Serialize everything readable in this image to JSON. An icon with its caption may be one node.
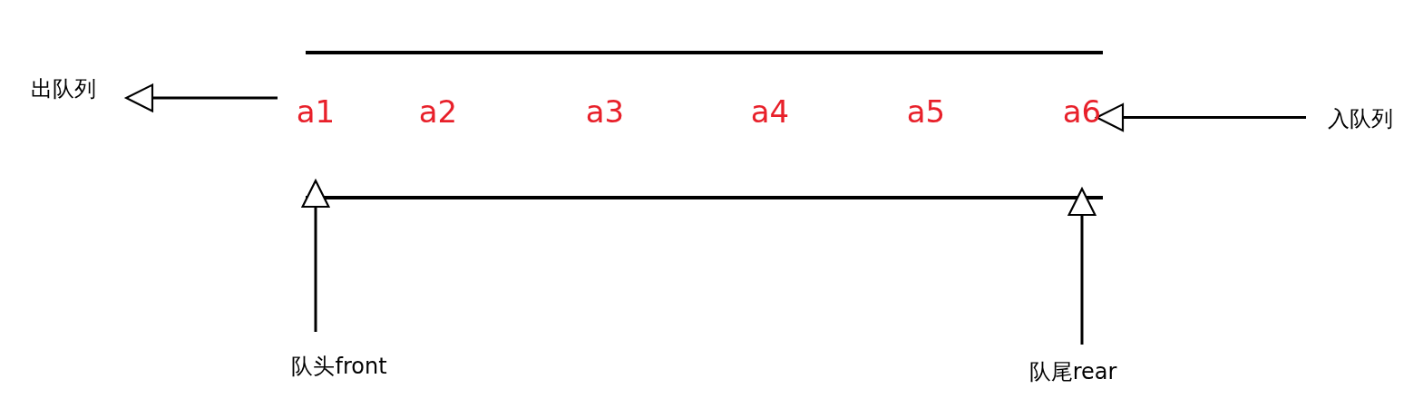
{
  "diagram": {
    "nodes": [
      {
        "text": [
          "出队列"
        ]
      },
      {
        "text": [
          "a1"
        ]
      },
      {
        "text": [
          "a2"
        ]
      },
      {
        "text": [
          "a3"
        ]
      },
      {
        "text": [
          "a4"
        ]
      },
      {
        "text": [
          "a5"
        ]
      },
      {
        "text": [
          "a6"
        ]
      },
      {
        "text": [
          "入队列"
        ]
      },
      {
        "text": [
          "队头front"
        ]
      },
      {
        "text": [
          "队尾rear"
        ]
      }
    ],
    "edges": [
      {
        "from": 1,
        "to": 0,
        "arrow": "to"
      },
      {
        "from": 7,
        "to": 6,
        "arrow": "to"
      },
      {
        "from": 8,
        "to": 1,
        "arrow": "to"
      },
      {
        "from": 9,
        "to": 6,
        "arrow": "to"
      }
    ]
  }
}
